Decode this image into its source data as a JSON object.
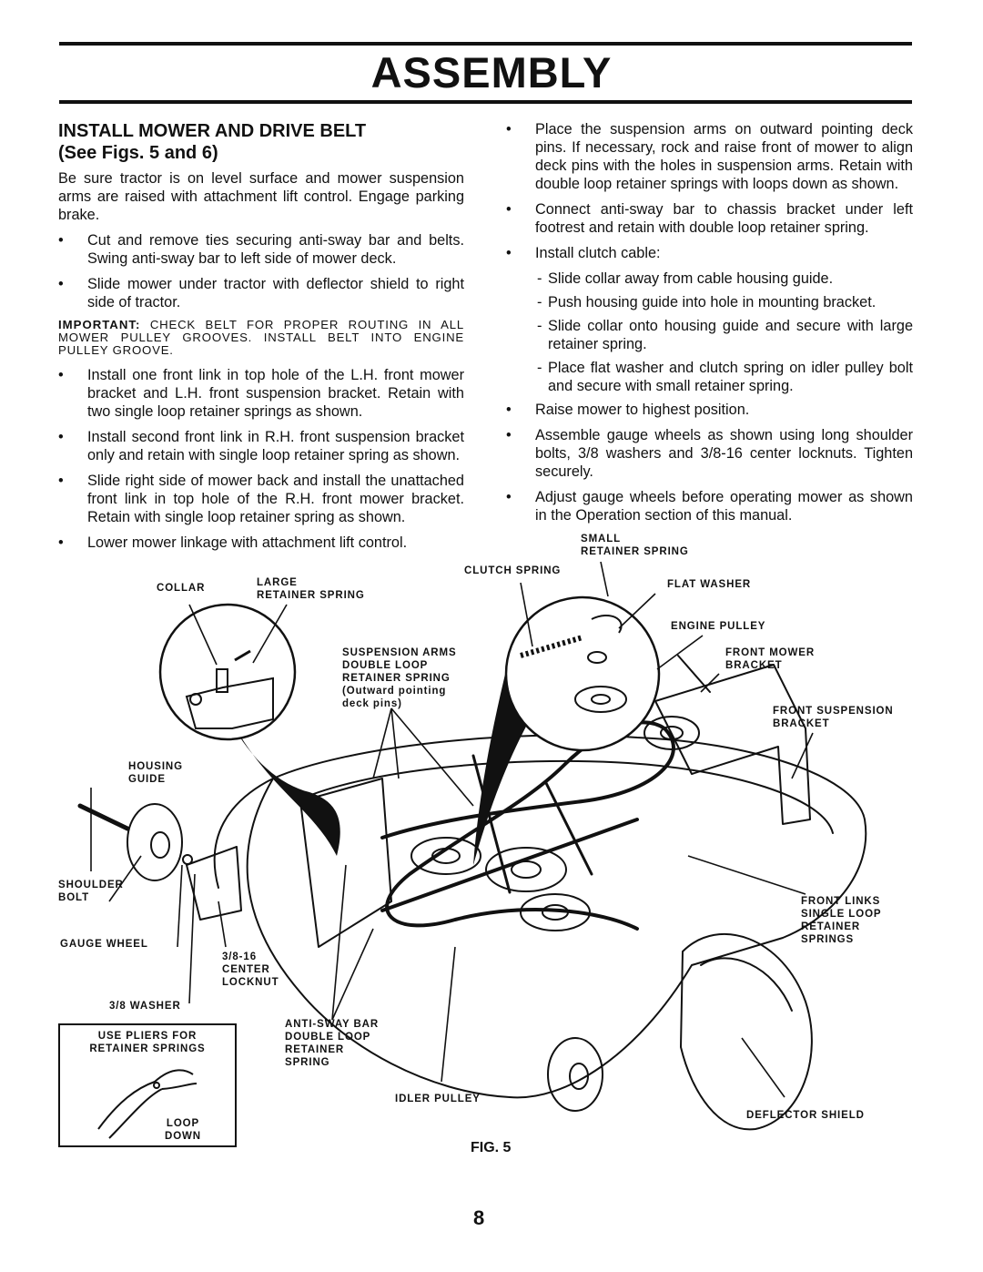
{
  "header": {
    "title": "ASSEMBLY"
  },
  "section": {
    "title": "INSTALL MOWER  AND DRIVE BELT",
    "subtitle": "(See Figs. 5 and 6)",
    "intro": "Be sure tractor is on level surface and mower suspension arms are raised with attachment lift control. Engage parking brake.",
    "left_bullets_a": [
      "Cut and remove ties securing anti-sway bar and belts. Swing anti-sway bar to left side of mower deck.",
      "Slide mower under tractor with deflector shield to right side of tractor."
    ],
    "important_label": "IMPORTANT:",
    "important_text": "CHECK BELT FOR PROPER ROUTING IN ALL MOWER PULLEY GROOVES. INSTALL BELT INTO ENGINE PULLEY GROOVE.",
    "left_bullets_b": [
      "Install one front link in top hole of the L.H. front mower bracket and L.H. front suspension bracket. Retain with two single loop retainer springs as shown.",
      "Install second front link in R.H. front suspension bracket only and retain with single loop retainer spring as shown.",
      "Slide right side of mower back and install the unattached front link in top hole of the R.H. front mower bracket. Retain with single loop retainer spring as shown.",
      "Lower mower linkage with attachment lift control."
    ],
    "right_bullets_a": [
      "Place the suspension arms on outward pointing deck pins. If necessary, rock and raise front of mower to align deck pins with the holes in suspension arms. Retain with double loop retainer springs with loops down as shown.",
      "Connect anti-sway bar to chassis bracket under left footrest and retain with double loop retainer spring.",
      "Install clutch cable:"
    ],
    "clutch_steps": [
      "Slide collar away from cable housing guide.",
      "Push housing guide into hole in mounting bracket.",
      "Slide collar onto housing guide and secure with large retainer spring.",
      "Place flat washer and clutch spring on idler pulley bolt and secure with small retainer spring."
    ],
    "right_bullets_b": [
      "Raise mower to highest position.",
      "Assemble gauge wheels as shown using long shoulder bolts, 3/8 washers and 3/8-16 center locknuts. Tighten securely.",
      "Adjust gauge wheels before operating mower as shown in the Operation section of this manual."
    ]
  },
  "figure": {
    "caption": "FIG. 5",
    "labels": {
      "small_retainer_spring": [
        "SMALL",
        "RETAINER SPRING"
      ],
      "clutch_spring": "CLUTCH SPRING",
      "collar": "COLLAR",
      "large_retainer_spring": [
        "LARGE",
        "RETAINER SPRING"
      ],
      "flat_washer": "FLAT WASHER",
      "engine_pulley": "ENGINE PULLEY",
      "suspension_arms": [
        "SUSPENSION ARMS",
        "DOUBLE LOOP",
        "RETAINER SPRING",
        "(Outward pointing",
        "deck pins)"
      ],
      "front_mower_bracket": [
        "FRONT MOWER",
        "BRACKET"
      ],
      "front_suspension_bracket": [
        "FRONT SUSPENSION",
        "BRACKET"
      ],
      "housing_guide": [
        "HOUSING",
        "GUIDE"
      ],
      "shoulder_bolt": [
        "SHOULDER",
        "BOLT"
      ],
      "front_links": [
        "FRONT LINKS",
        "SINGLE LOOP",
        "RETAINER",
        "SPRINGS"
      ],
      "gauge_wheel": "GAUGE WHEEL",
      "center_locknut": [
        "3/8-16",
        "CENTER",
        "LOCKNUT"
      ],
      "washer": "3/8 WASHER",
      "anti_sway_bar": [
        "ANTI-SWAY BAR",
        "DOUBLE LOOP",
        "RETAINER",
        "SPRING"
      ],
      "pliers_box": [
        "USE PLIERS FOR",
        "RETAINER SPRINGS"
      ],
      "loop_down": [
        "LOOP",
        "DOWN"
      ],
      "idler_pulley": "IDLER PULLEY",
      "deflector_shield": "DEFLECTOR SHIELD"
    }
  },
  "page_number": "8"
}
